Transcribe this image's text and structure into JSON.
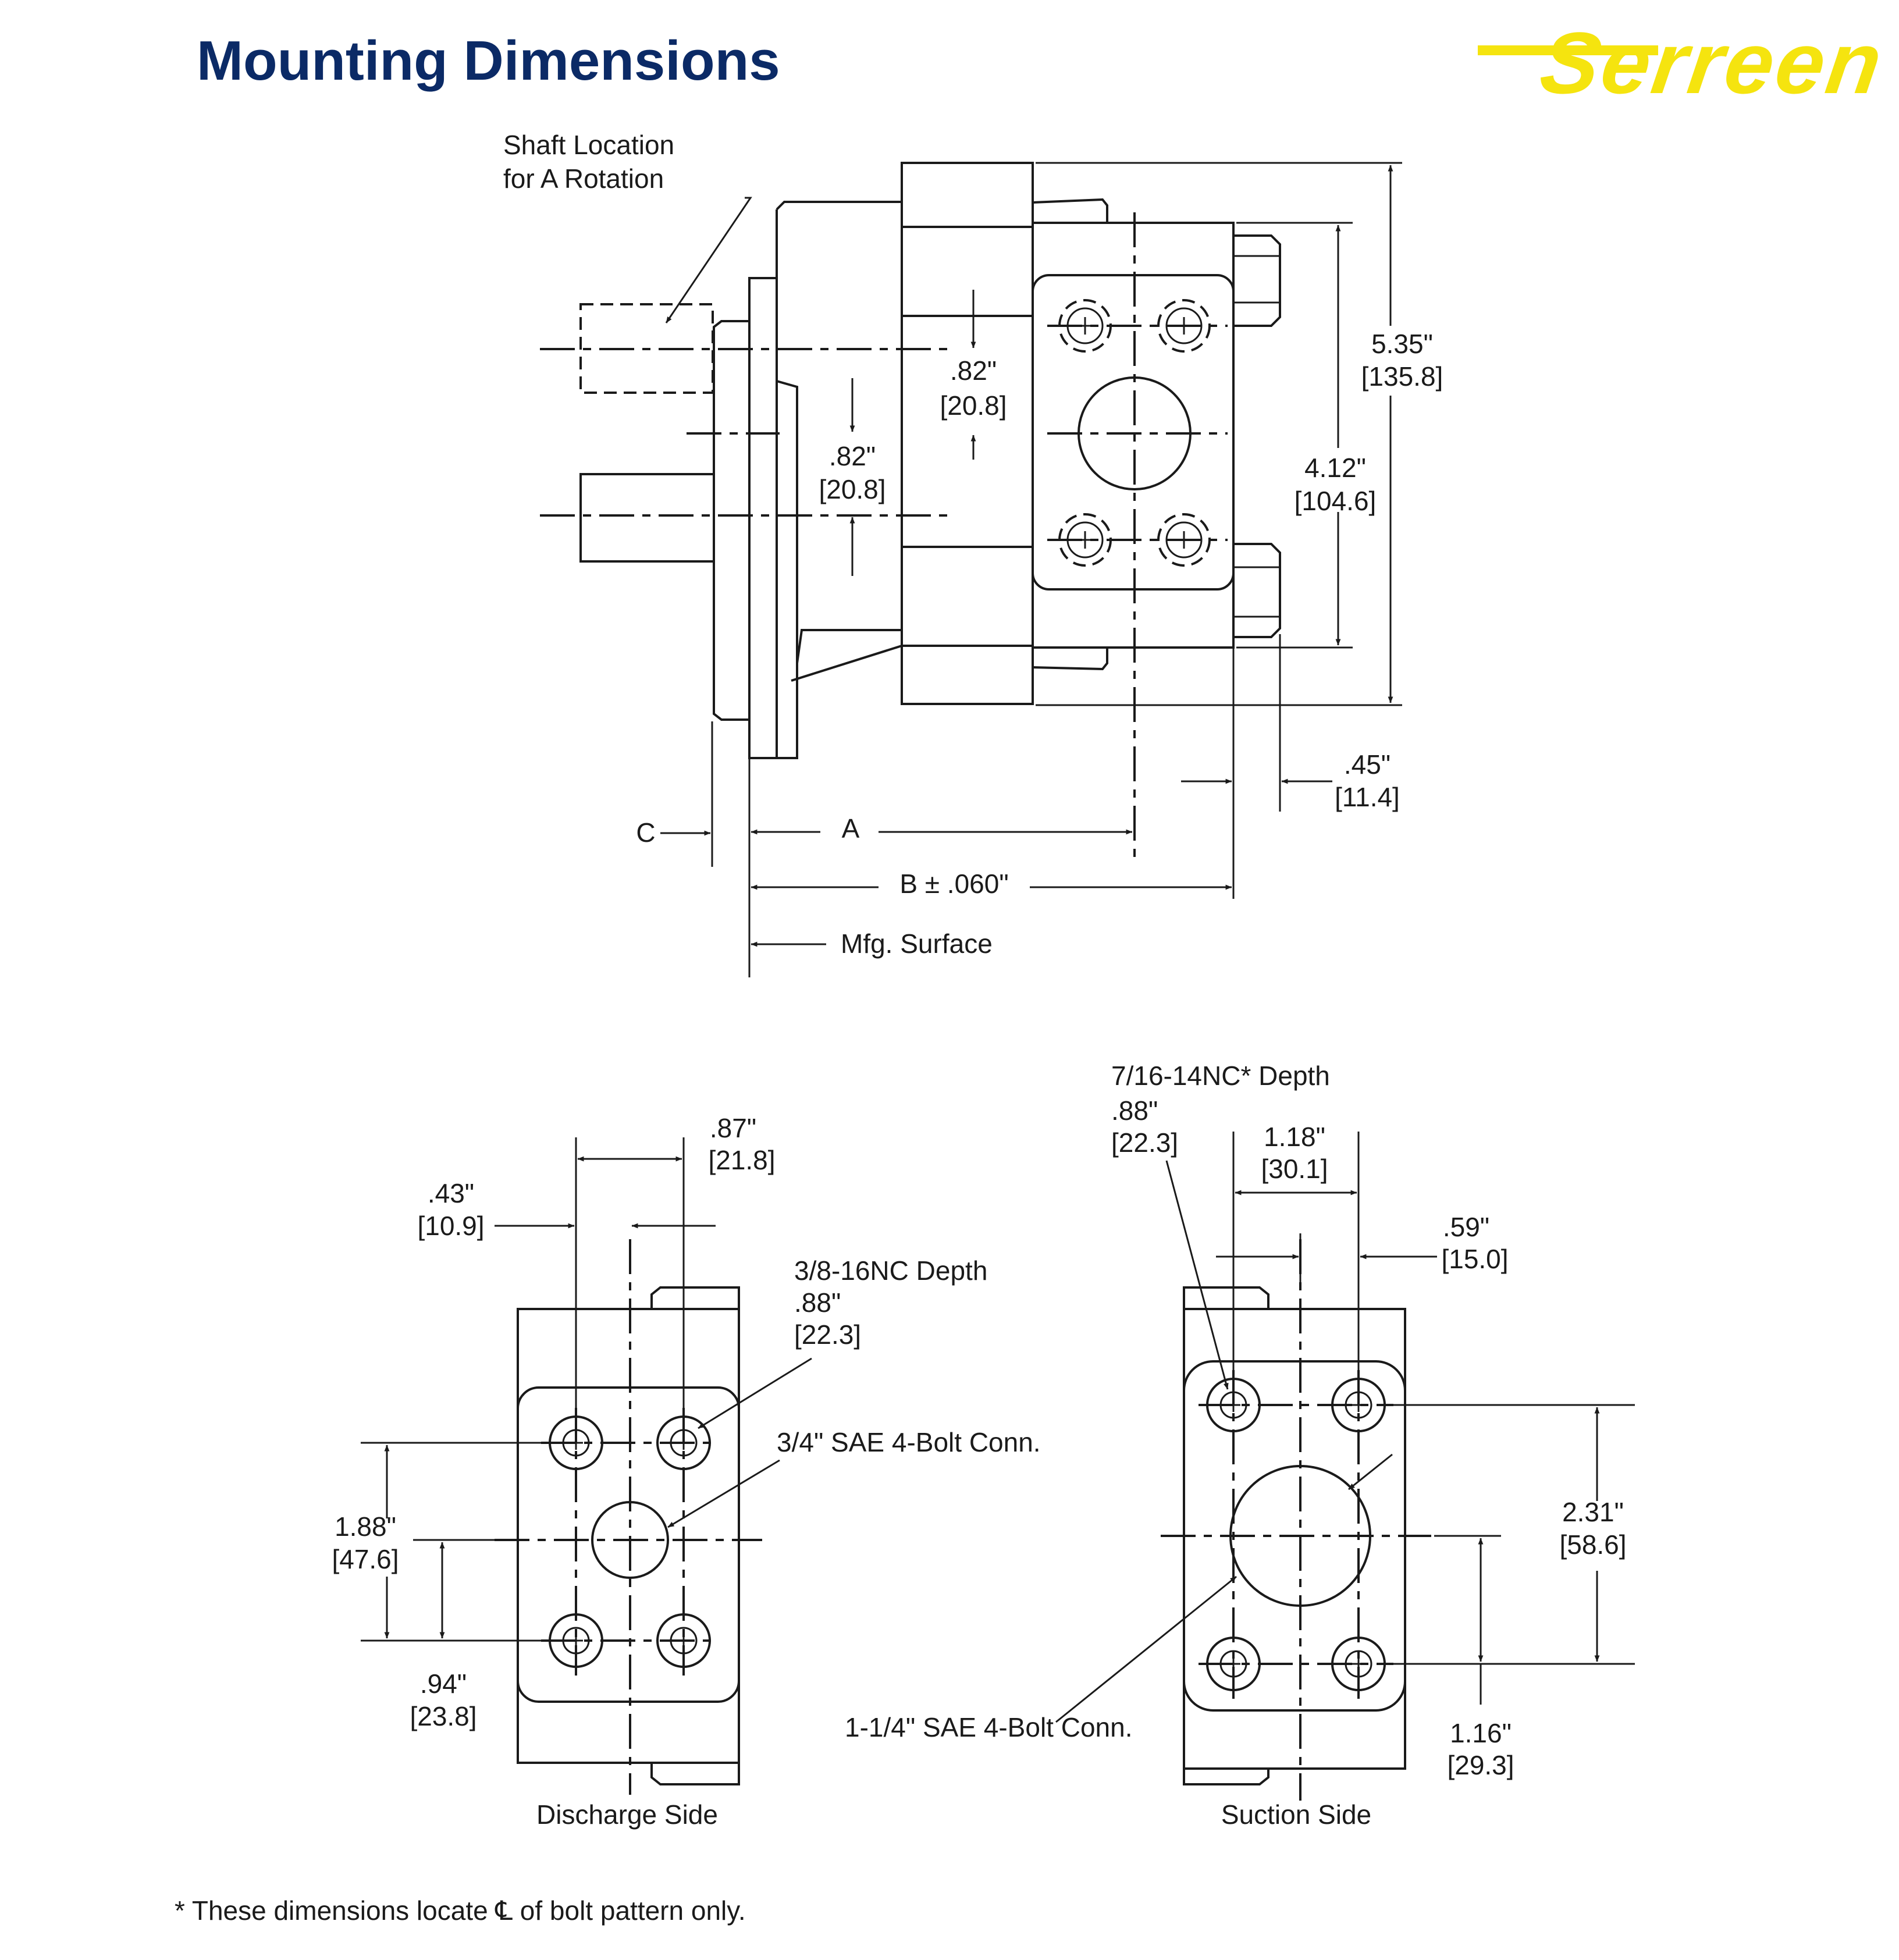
{
  "page": {
    "title": "Mounting Dimensions",
    "footnote": "* These dimensions locate ℄ of bolt pattern only."
  },
  "brand": {
    "name": "Serreen",
    "color": "#f5e40f",
    "title_color": "#0b2a66"
  },
  "side_view": {
    "shaft_label": [
      "Shaft Location",
      "for A Rotation"
    ],
    "dim_82a": [
      ".82\"",
      "[20.8]"
    ],
    "dim_82b": [
      ".82\"",
      "[20.8]"
    ],
    "dim_535": [
      "5.35\"",
      "[135.8]"
    ],
    "dim_412": [
      "4.12\"",
      "[104.6]"
    ],
    "dim_45": [
      ".45\"",
      "[11.4]"
    ],
    "dim_a": "A",
    "dim_b": "B ± .060\"",
    "dim_c": "C",
    "mfg_surface": "Mfg. Surface"
  },
  "discharge": {
    "caption": "Discharge Side",
    "dim_87": [
      ".87\"",
      "[21.8]"
    ],
    "dim_43": [
      ".43\"",
      "[10.9]"
    ],
    "thread": [
      "3/8-16NC Depth",
      ".88\"",
      "[22.3]"
    ],
    "port": "3/4\" SAE 4-Bolt Conn.",
    "dim_188": [
      "1.88\"",
      "[47.6]"
    ],
    "dim_94": [
      ".94\"",
      "[23.8]"
    ]
  },
  "suction": {
    "caption": "Suction Side",
    "thread": [
      "7/16-14NC* Depth",
      ".88\"",
      "[22.3]"
    ],
    "dim_118": [
      "1.18\"",
      "[30.1]"
    ],
    "dim_59": [
      ".59\"",
      "[15.0]"
    ],
    "dim_231": [
      "2.31\"",
      "[58.6]"
    ],
    "dim_116": [
      "1.16\"",
      "[29.3]"
    ],
    "port": "1-1/4\" SAE 4-Bolt Conn."
  }
}
